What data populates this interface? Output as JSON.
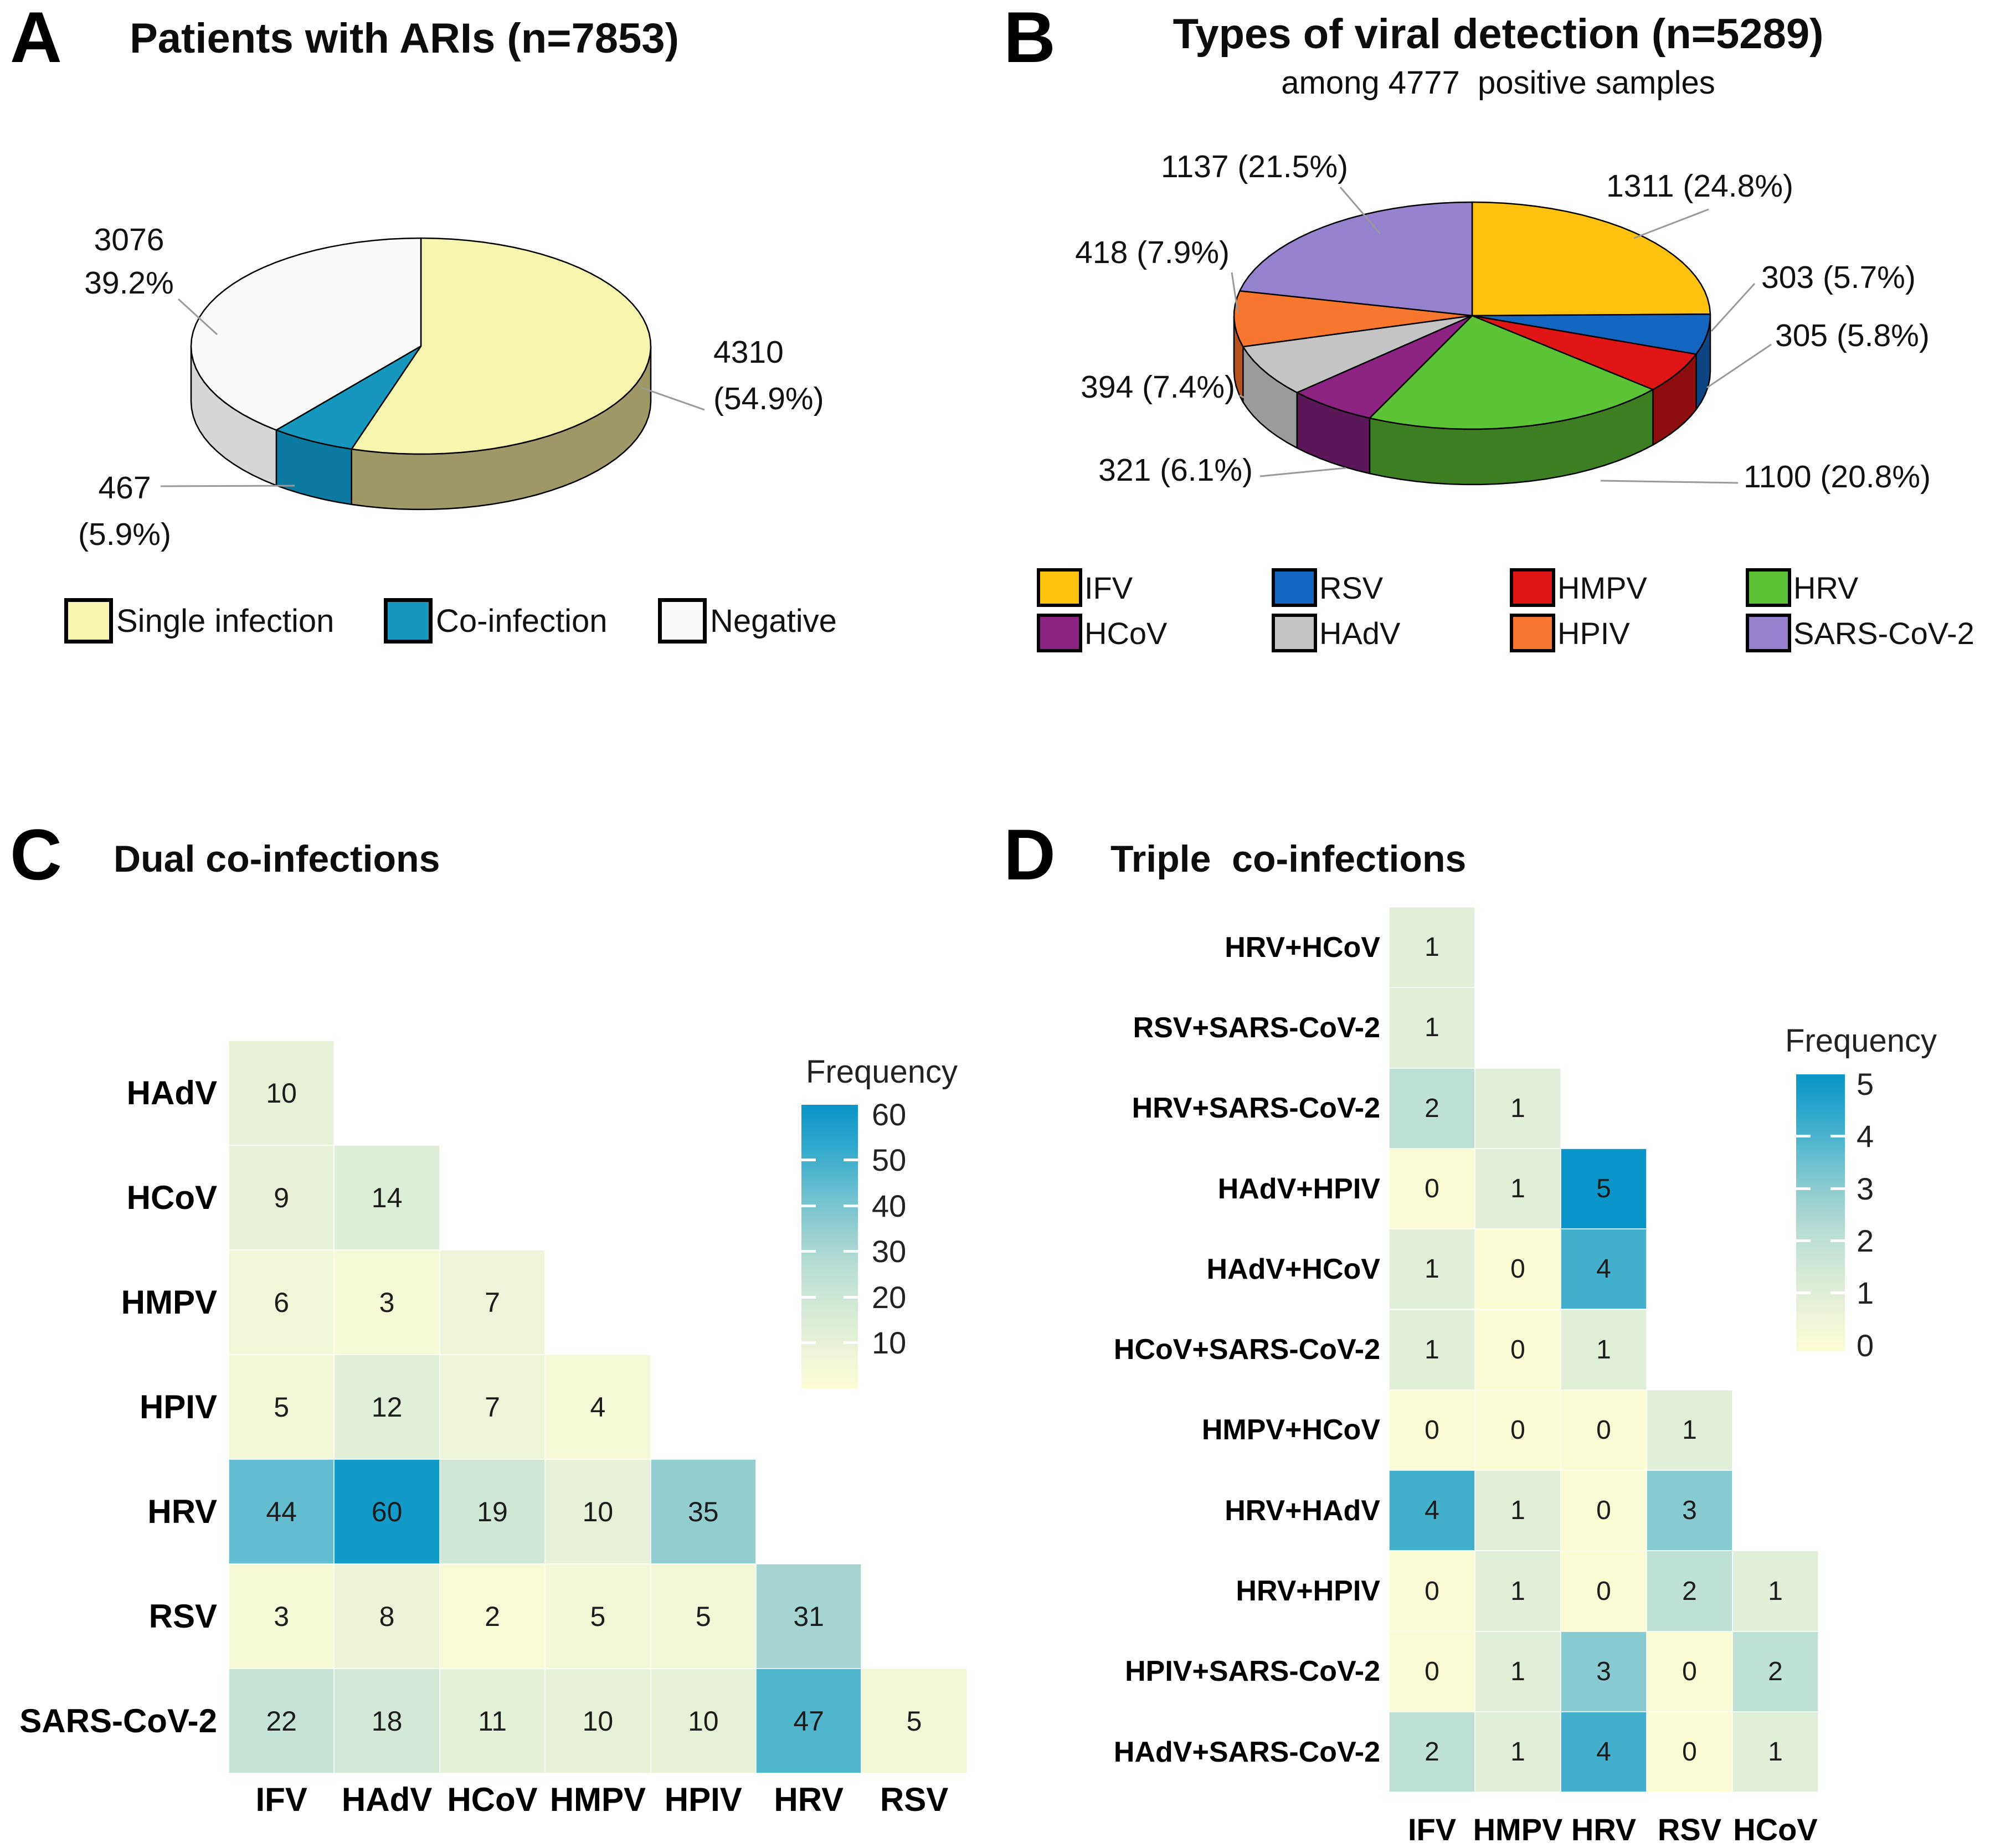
{
  "panels": {
    "A": {
      "letter": "A",
      "title": "Patients with ARIs (n=7853)"
    },
    "B": {
      "letter": "B",
      "title": "Types of viral detection (n=5289)",
      "subtitle": "among 4777  positive samples"
    },
    "C": {
      "letter": "C",
      "title": "Dual co-infections"
    },
    "D": {
      "letter": "D",
      "title": "Triple  co-infections"
    }
  },
  "colormap": [
    [
      0,
      "#FCFCD4"
    ],
    [
      0.12,
      "#EDF4D9"
    ],
    [
      0.25,
      "#DAEBD7"
    ],
    [
      0.4,
      "#BFE0D5"
    ],
    [
      0.55,
      "#97D0CF"
    ],
    [
      0.7,
      "#67BDCF"
    ],
    [
      0.85,
      "#2FA8CC"
    ],
    [
      1,
      "#0A96C8"
    ]
  ],
  "leader_color": "#9a9a9a",
  "chart_data": [
    {
      "id": "A",
      "type": "pie",
      "style": "3d",
      "title": "Patients with ARIs (n=7853)",
      "total": 7853,
      "slices": [
        {
          "label": "Single infection",
          "value": 4310,
          "pct": "54.9%",
          "color": "#F6F6AF",
          "side": "#9E9866",
          "annotation_lines": [
            "4310",
            "(54.9%)"
          ]
        },
        {
          "label": "Co-infection",
          "value": 467,
          "pct": "5.9%",
          "color": "#1697BD",
          "side": "#0C79A0",
          "annotation_lines": [
            "467",
            "(5.9%)"
          ]
        },
        {
          "label": "Negative",
          "value": 3076,
          "pct": "39.2%",
          "color": "#FAFAFA",
          "side": "#D6D6D6",
          "annotation_lines": [
            "3076",
            "39.2%"
          ]
        }
      ]
    },
    {
      "id": "B",
      "type": "pie",
      "style": "3d",
      "title": "Types of viral detection (n=5289)",
      "subtitle": "among 4777  positive samples",
      "total": 5289,
      "slices": [
        {
          "label": "IFV",
          "value": 1311,
          "pct": "24.8%",
          "color": "#FFC20E",
          "side": "#AE8406",
          "annotation_lines": [
            "1311 (24.8%)"
          ]
        },
        {
          "label": "RSV",
          "value": 303,
          "pct": "5.7%",
          "color": "#1566C0",
          "side": "#0D4481",
          "annotation_lines": [
            "303 (5.7%)"
          ]
        },
        {
          "label": "HMPV",
          "value": 305,
          "pct": "5.8%",
          "color": "#E01515",
          "side": "#8E0D0D",
          "annotation_lines": [
            "305 (5.8%)"
          ]
        },
        {
          "label": "HRV",
          "value": 1100,
          "pct": "20.8%",
          "color": "#5CC236",
          "side": "#3C7E22",
          "annotation_lines": [
            "1100 (20.8%)"
          ]
        },
        {
          "label": "HCoV",
          "value": 321,
          "pct": "6.1%",
          "color": "#8C2383",
          "side": "#5C175A",
          "annotation_lines": [
            "321 (6.1%)"
          ]
        },
        {
          "label": "HAdV",
          "value": 394,
          "pct": "7.4%",
          "color": "#C4C4C4",
          "side": "#9B9B9B",
          "annotation_lines": [
            "394 (7.4%)"
          ]
        },
        {
          "label": "HPIV",
          "value": 418,
          "pct": "7.9%",
          "color": "#F9762F",
          "side": "#B5521E",
          "annotation_lines": [
            "418 (7.9%)"
          ]
        },
        {
          "label": "SARS-CoV-2",
          "value": 1137,
          "pct": "21.5%",
          "color": "#9681CE",
          "side": "#695799",
          "annotation_lines": [
            "1137 (21.5%)"
          ]
        }
      ]
    },
    {
      "id": "C",
      "type": "heatmap",
      "title": "Dual co-infections",
      "colorbar_title": "Frequency",
      "columns": [
        "IFV",
        "HAdV",
        "HCoV",
        "HMPV",
        "HPIV",
        "HRV",
        "RSV"
      ],
      "rows": [
        "HAdV",
        "HCoV",
        "HMPV",
        "HPIV",
        "HRV",
        "RSV",
        "SARS-CoV-2"
      ],
      "values": [
        [
          10
        ],
        [
          9,
          14
        ],
        [
          6,
          3,
          7
        ],
        [
          5,
          12,
          7,
          4
        ],
        [
          44,
          60,
          19,
          10,
          35
        ],
        [
          3,
          8,
          2,
          5,
          5,
          31
        ],
        [
          22,
          18,
          11,
          10,
          10,
          47,
          5
        ]
      ],
      "scale_max": 62,
      "ticks": [
        10,
        20,
        30,
        40,
        50,
        60
      ]
    },
    {
      "id": "D",
      "type": "heatmap",
      "title": "Triple  co-infections",
      "colorbar_title": "Frequency",
      "columns": [
        "IFV",
        "HMPV",
        "HRV",
        "RSV",
        "HCoV"
      ],
      "rows": [
        "HRV+HCoV",
        "RSV+SARS-CoV-2",
        "HRV+SARS-CoV-2",
        "HAdV+HPIV",
        "HAdV+HCoV",
        "HCoV+SARS-CoV-2",
        "HMPV+HCoV",
        "HRV+HAdV",
        "HRV+HPIV",
        "HPIV+SARS-CoV-2",
        "HAdV+SARS-CoV-2"
      ],
      "values": [
        [
          1
        ],
        [
          1
        ],
        [
          2,
          1
        ],
        [
          0,
          1,
          5
        ],
        [
          1,
          0,
          4
        ],
        [
          1,
          0,
          1
        ],
        [
          0,
          0,
          0,
          1
        ],
        [
          4,
          1,
          0,
          3
        ],
        [
          0,
          1,
          0,
          2,
          1
        ],
        [
          0,
          1,
          3,
          0,
          2
        ],
        [
          2,
          1,
          4,
          0,
          1
        ]
      ],
      "scale_max": 5,
      "ticks": [
        0,
        1,
        2,
        3,
        4,
        5
      ]
    }
  ]
}
